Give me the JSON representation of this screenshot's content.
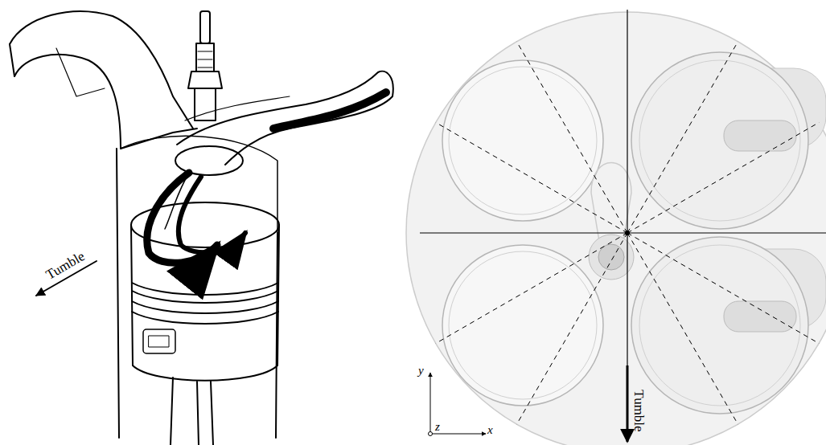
{
  "diagram": {
    "labels": [
      "Tumble",
      "Tumble",
      "y",
      "z",
      "x"
    ]
  }
}
